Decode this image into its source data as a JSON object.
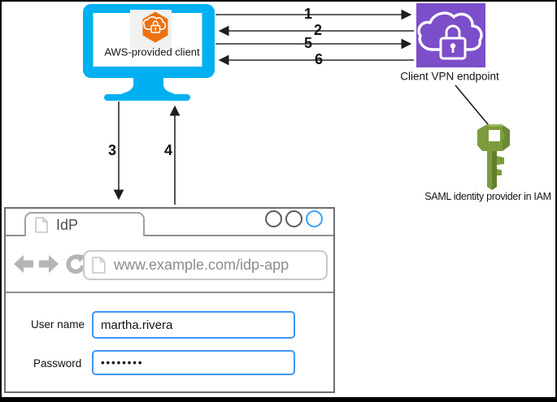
{
  "diagram": {
    "client_label": "AWS-provided client",
    "vpn_endpoint_label": "Client VPN endpoint",
    "saml_provider_label": "SAML identity provider in IAM",
    "flow_steps": {
      "step1": "1",
      "step2": "2",
      "step3": "3",
      "step4": "4",
      "step5": "5",
      "step6": "6"
    }
  },
  "browser": {
    "tab_title": "IdP",
    "address_bar": {
      "url": "www.example.com/idp-app"
    },
    "form": {
      "username_label": "User name",
      "username_value": "martha.rivera",
      "password_label": "Password",
      "password_value": "••••••••"
    }
  },
  "colors": {
    "monitor_cyan": "#00B0F0",
    "client_icon_orange": "#EC7211",
    "vpn_purple": "#7C4EC9",
    "iam_key_green": "#7C9C3E",
    "input_border_blue": "#3E95F5",
    "window_control_blue": "#39A1F4"
  }
}
